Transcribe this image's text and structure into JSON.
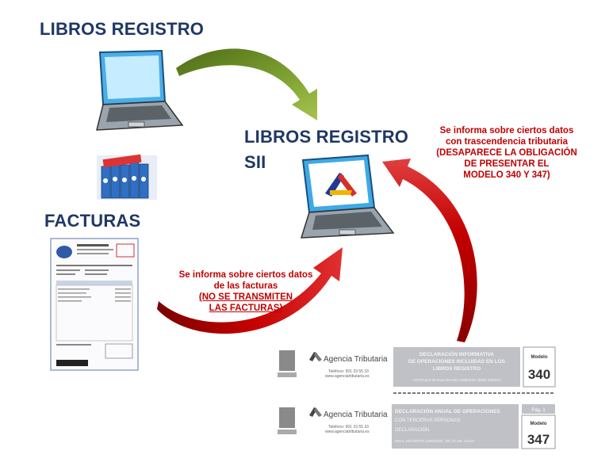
{
  "titles": {
    "libros_registro": "LIBROS REGISTRO",
    "libros_registro_sii_line1": "LIBROS REGISTRO",
    "libros_registro_sii_line2": "SII",
    "facturas": "FACTURAS"
  },
  "note_top": {
    "line1": "Se informa sobre ciertos datos",
    "line2": "con trascendencia  tributaria",
    "line3": "(DESAPARECE  LA OBLIGACIÓN",
    "line4": "DE PRESENTAR EL",
    "line5": "MODELO 340  Y 347)"
  },
  "note_bottom": {
    "line1": "Se informa sobre ciertos datos",
    "line2": "de las facturas",
    "line3": "(NO SE TRANSMITEN",
    "line4": "LAS FACTURAS)"
  },
  "screen_logo": {
    "name": "aeat-logo"
  },
  "form_340": {
    "agency": "Agencia Tributaria",
    "phone": "Teléfono: 901 33 55 33",
    "web": "www.agenciatributaria.es",
    "decl_line1": "DECLARACIÓN INFORMATIVA",
    "decl_line2": "DE OPERACIONES INCLUIDAS EN LOS",
    "decl_line3": "LIBROS REGISTRO",
    "decl_line4": "ARTÍCULO 36 Real Decreto 1065/2007 (BOE 5/09/07)",
    "model_label": "Modelo",
    "model_number": "340"
  },
  "form_347": {
    "agency": "Agencia Tributaria",
    "phone": "Teléfono: 901 33 55 33",
    "web": "www.agenciatributaria.es",
    "decl_line1": "DECLARACIÓN ANUAL DE OPERACIONES",
    "decl_line2": "CON TERCERAS PERSONAS",
    "decl_line3": "DECLARACIÓN",
    "decl_line4": "REAL DECRETO 1065/2007, DE 27 DE JULIO",
    "page_label": "Pág. 1",
    "model_label": "Modelo",
    "model_number": "347"
  },
  "colors": {
    "title_blue": "#1f3864",
    "note_red": "#c00000",
    "arrow_green": "#6b8e23",
    "arrow_red": "#b40000",
    "binder_blue": "#2f6fc4"
  }
}
